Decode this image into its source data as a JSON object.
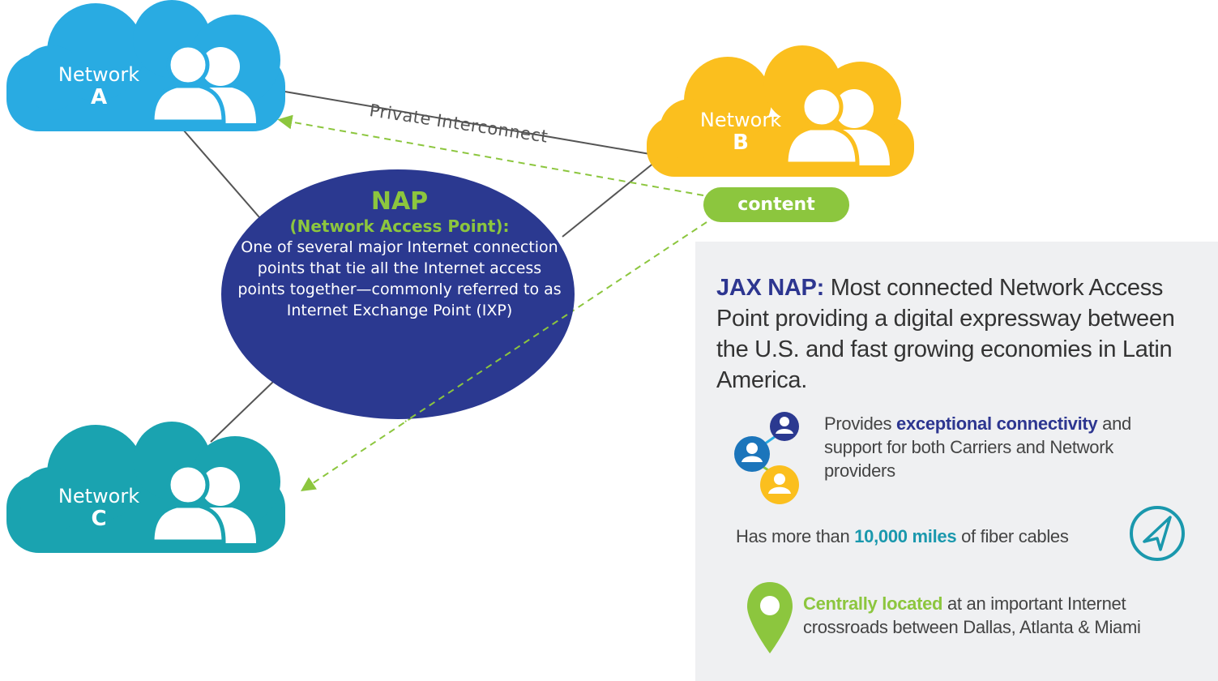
{
  "colors": {
    "network_a": "#29abe2",
    "network_b": "#fbbf1e",
    "network_c": "#1aa3b0",
    "nap": "#2b3990",
    "accent_green": "#8cc63e",
    "panel_bg": "#eff0f2",
    "link_line": "#555555"
  },
  "networks": {
    "a": {
      "word": "Network",
      "letter": "A"
    },
    "b": {
      "word": "Network",
      "letter": "B"
    },
    "c": {
      "word": "Network",
      "letter": "C"
    }
  },
  "links": {
    "private_label": "Private Interconnect",
    "content_label": "content"
  },
  "nap": {
    "title": "NAP",
    "subtitle": "(Network Access Point):",
    "description": "One of several major Internet connection points that tie all the Internet access points together—commonly referred to as Internet Exchange Point (IXP)"
  },
  "panel": {
    "label": "JAX NAP:",
    "text": " Most connected Network Access Point providing a digital expressway between the U.S. and fast growing economies in Latin America.",
    "features": [
      {
        "icon": "connected-users-icon",
        "pre": "Provides ",
        "highlight": "exceptional connectivity",
        "post": " and support for both Carriers and Network providers"
      },
      {
        "icon": "compass-icon",
        "pre": "Has more than ",
        "highlight": "10,000 miles",
        "post": " of fiber cables"
      },
      {
        "icon": "location-pin-icon",
        "pre": "",
        "highlight": "Centrally located",
        "post": " at an important Internet crossroads between Dallas, Atlanta & Miami"
      }
    ]
  }
}
